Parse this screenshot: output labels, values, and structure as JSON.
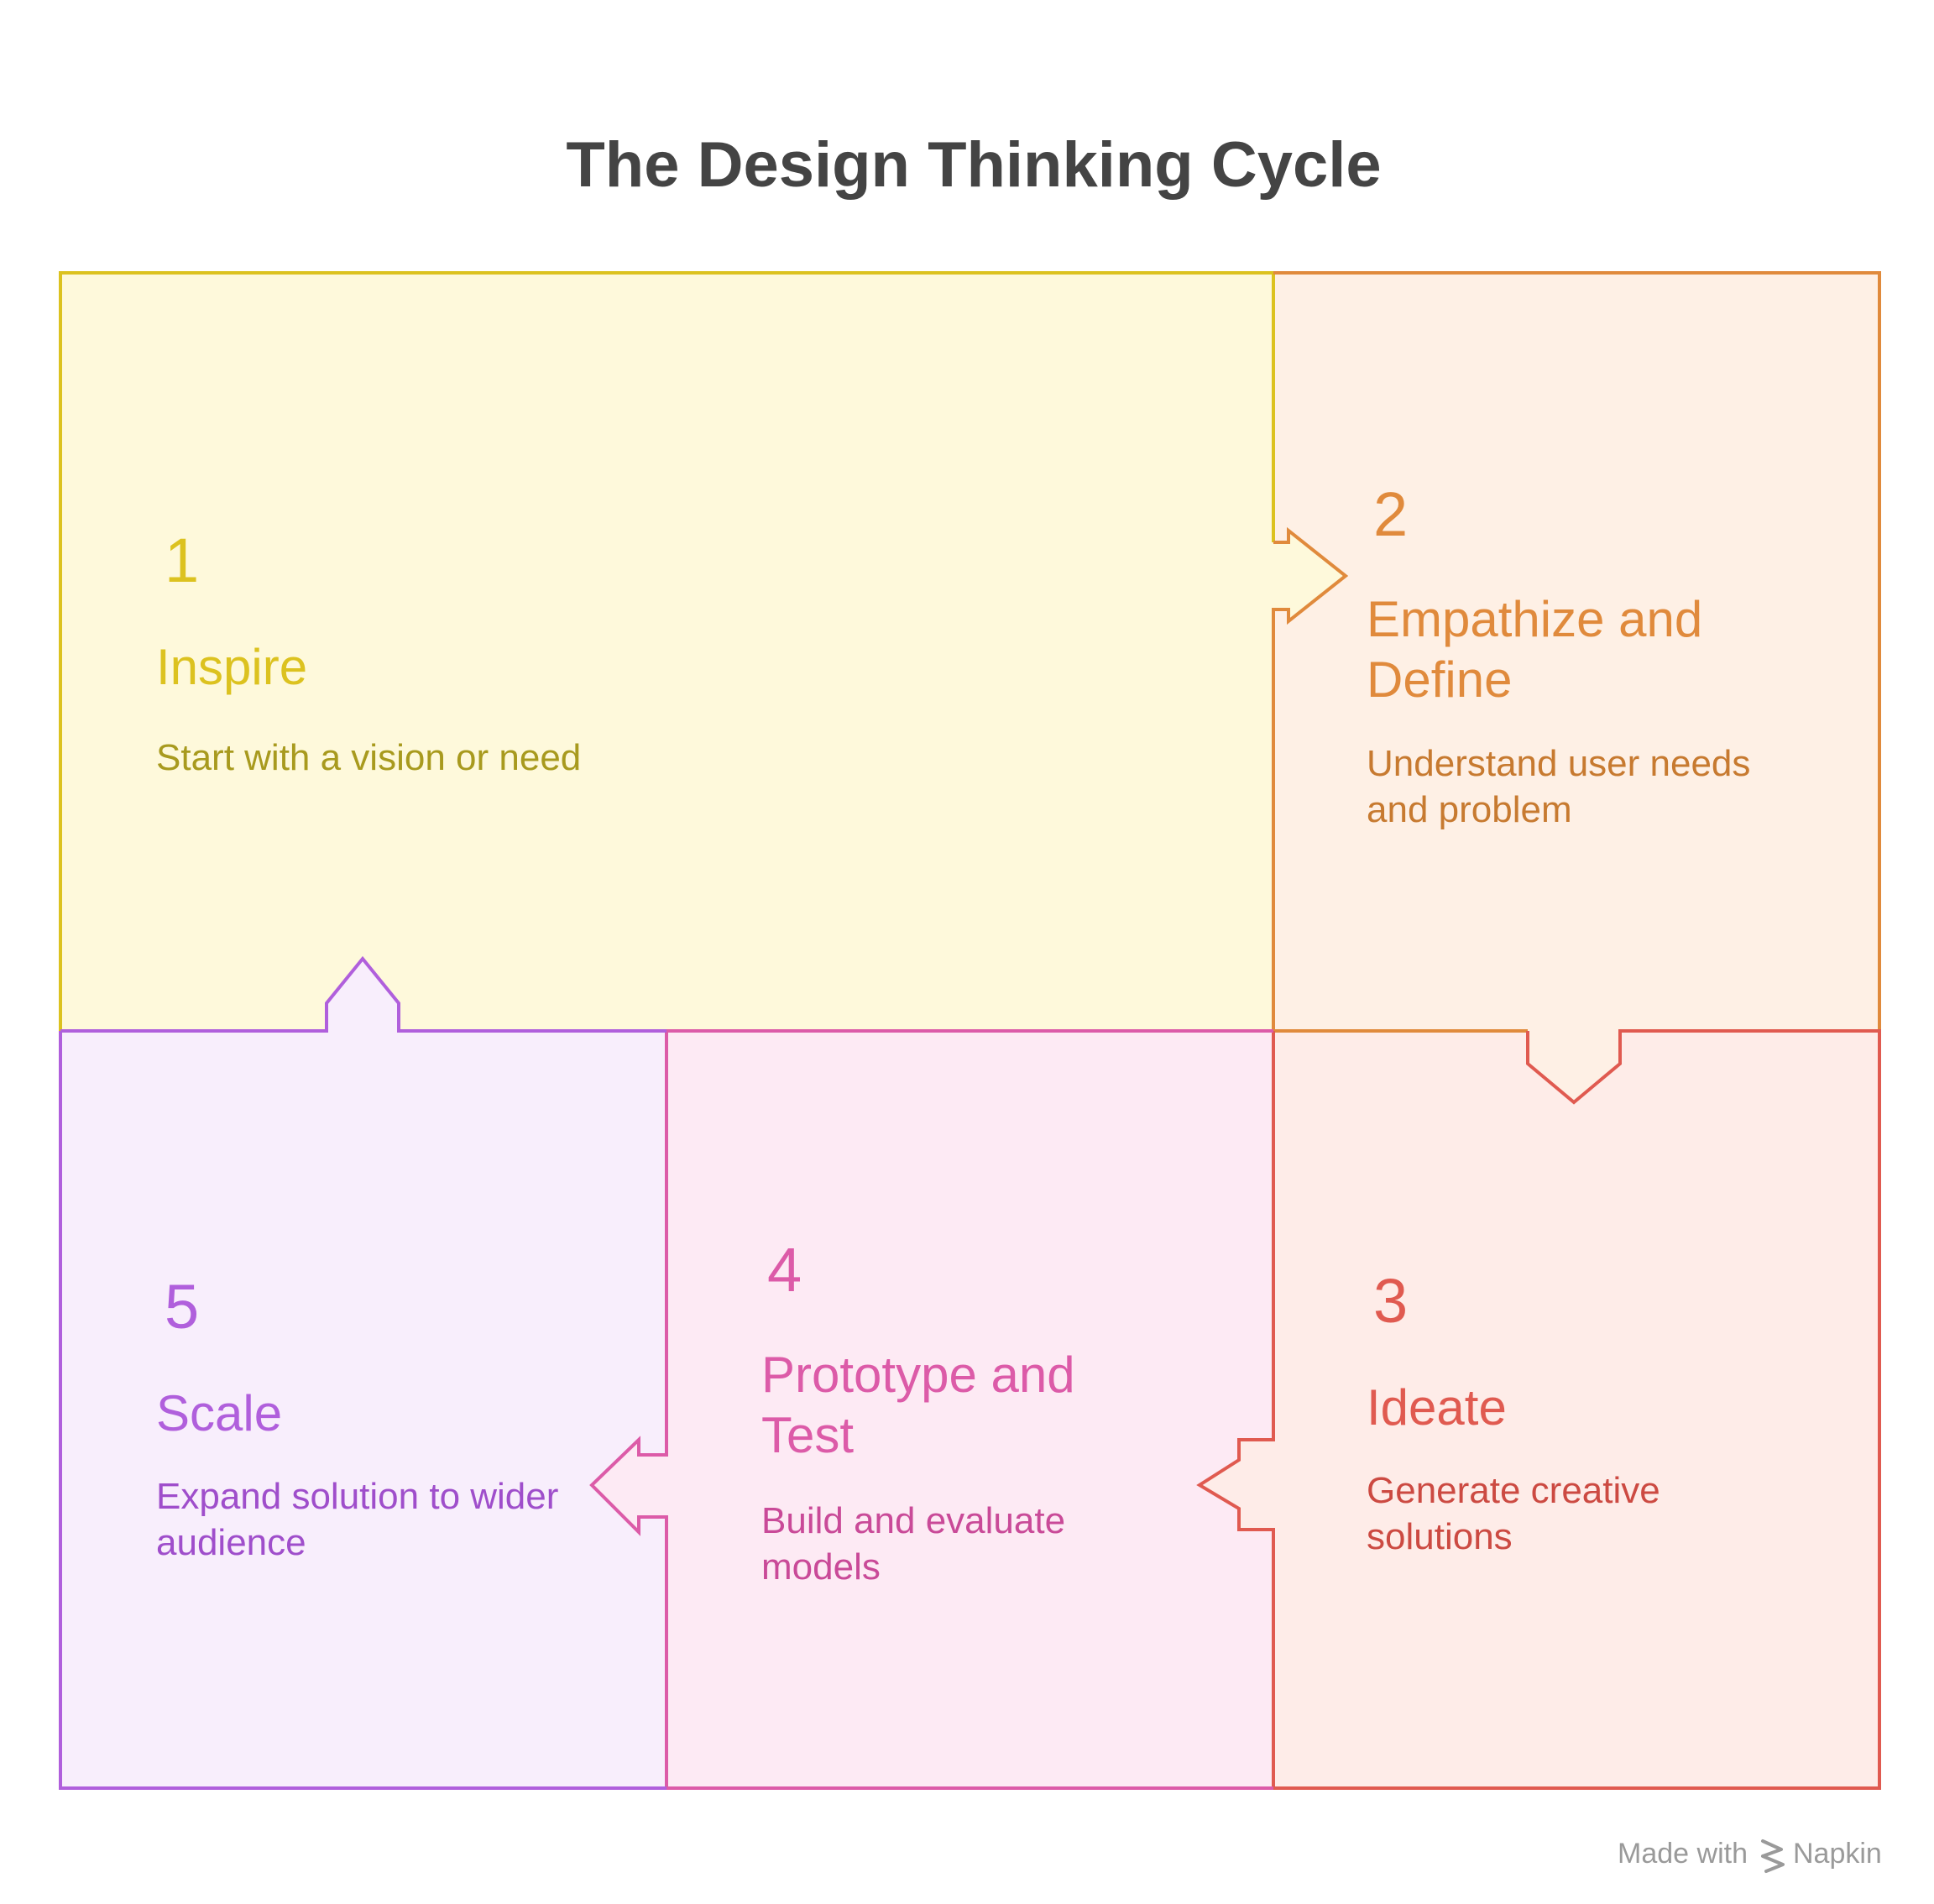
{
  "title": "The Design Thinking Cycle",
  "colors": {
    "title": "#444444",
    "watermark": "#9a9a9a",
    "background": "#ffffff"
  },
  "steps": [
    {
      "number": "1",
      "heading": [
        "Inspire"
      ],
      "description": [
        "Start with a vision or need"
      ],
      "colors": {
        "fill": "#FEF9DB",
        "stroke": "#DCC21F",
        "number": "#DCC21F",
        "heading": "#DCC21F",
        "text": "#A89A1E"
      }
    },
    {
      "number": "2",
      "heading": [
        "Empathize and",
        "Define"
      ],
      "description": [
        "Understand user needs",
        "and problem"
      ],
      "colors": {
        "fill": "#FEF0E5",
        "stroke": "#E08A3C",
        "number": "#E08A3C",
        "heading": "#E08A3C",
        "text": "#C77A30"
      }
    },
    {
      "number": "3",
      "heading": [
        "Ideate"
      ],
      "description": [
        "Generate creative",
        "solutions"
      ],
      "colors": {
        "fill": "#FEECE8",
        "stroke": "#E05A50",
        "number": "#E05A50",
        "heading": "#E05A50",
        "text": "#CC4A42"
      }
    },
    {
      "number": "4",
      "heading": [
        "Prototype and",
        "Test"
      ],
      "description": [
        "Build and evaluate",
        "models"
      ],
      "colors": {
        "fill": "#FDEAF4",
        "stroke": "#DC5BA8",
        "number": "#DC5BA8",
        "heading": "#DC5BA8",
        "text": "#C94A98"
      }
    },
    {
      "number": "5",
      "heading": [
        "Scale"
      ],
      "description": [
        "Expand solution to wider",
        "audience"
      ],
      "colors": {
        "fill": "#F8EEFC",
        "stroke": "#B05FDC",
        "number": "#B05FDC",
        "heading": "#B05FDC",
        "text": "#9F4ECB"
      }
    }
  ],
  "flow": [
    "1 to 2",
    "2 to 3",
    "3 to 4",
    "4 to 5",
    "5 to 1"
  ],
  "watermark": {
    "prefix": "Made with",
    "brand": "Napkin",
    "icon": "napkin-logo-icon"
  }
}
